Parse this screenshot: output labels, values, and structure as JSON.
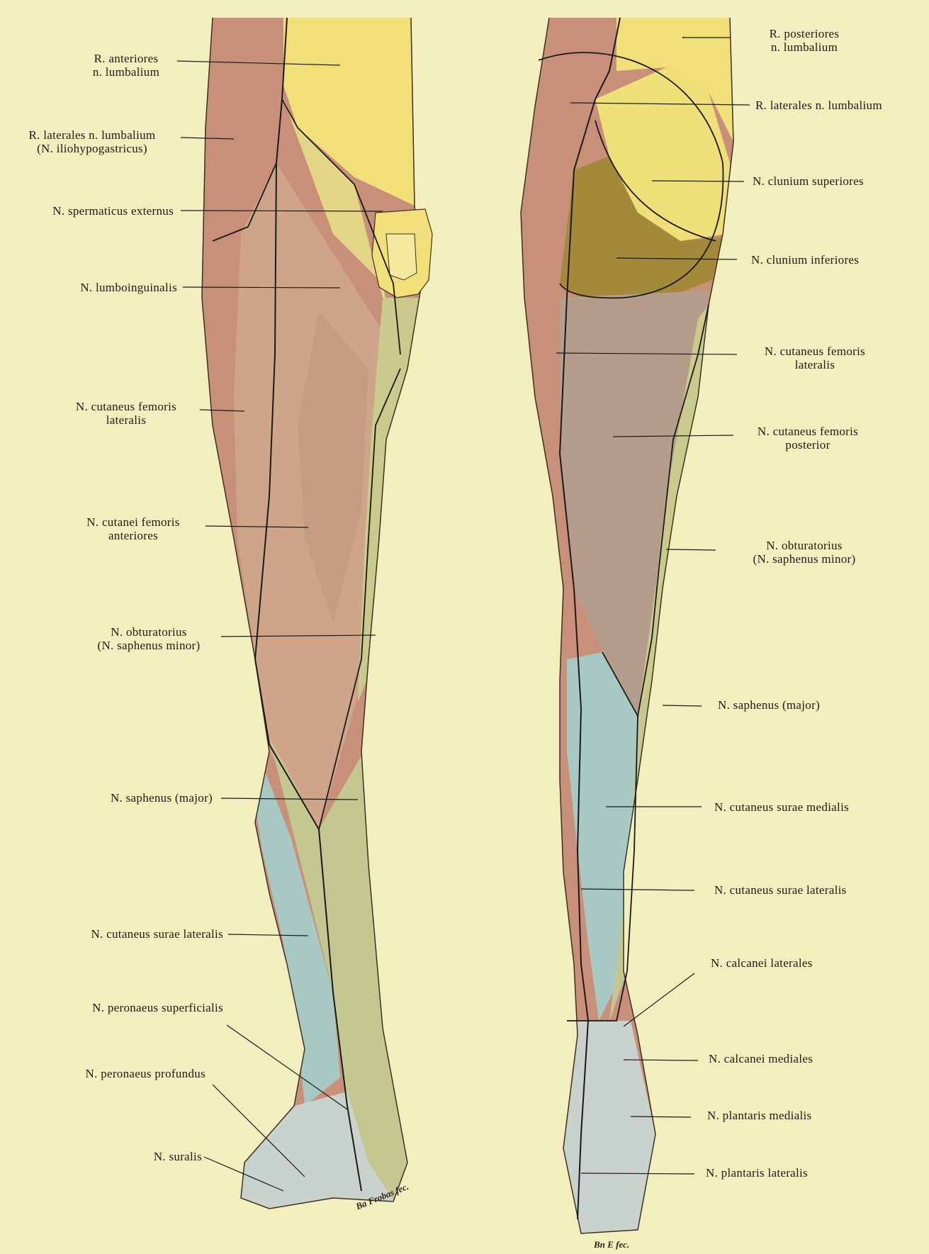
{
  "plate": {
    "colors": {
      "paper": "#f3eebd",
      "lumbar_yellow": "#f1e07a",
      "lateral_red": "#c99079",
      "femoral_tan": "#cfa589",
      "obturator_green": "#c9ca8c",
      "saphenous_blue": "#a8c8c4",
      "posterior_taupe": "#b49d8a",
      "clunium_inferior_olive": "#a3893a",
      "foot_grey": "#c9d2cc"
    },
    "left_figure": {
      "labels": [
        {
          "lines": [
            "R. anteriores",
            "n. lumbalium"
          ]
        },
        {
          "lines": [
            "R. laterales n. lumbalium",
            "(N. iliohypogastricus)"
          ]
        },
        {
          "lines": [
            "N. spermaticus externus"
          ]
        },
        {
          "lines": [
            "N. lumboinguinalis"
          ]
        },
        {
          "lines": [
            "N. cutaneus femoris",
            "lateralis"
          ]
        },
        {
          "lines": [
            "N. cutanei femoris",
            "anteriores"
          ]
        },
        {
          "lines": [
            "N. obturatorius",
            "(N. saphenus minor)"
          ]
        },
        {
          "lines": [
            "N. saphenus (major)"
          ]
        },
        {
          "lines": [
            "N. cutaneus surae lateralis"
          ]
        },
        {
          "lines": [
            "N. peronaeus superficialis"
          ]
        },
        {
          "lines": [
            "N. peronaeus profundus"
          ]
        },
        {
          "lines": [
            "N. suralis"
          ]
        }
      ],
      "signature": "Ba Frobas fec."
    },
    "right_figure": {
      "labels": [
        {
          "lines": [
            "R. posteriores",
            "n. lumbalium"
          ]
        },
        {
          "lines": [
            "R. laterales n. lumbalium"
          ]
        },
        {
          "lines": [
            "N. clunium superiores"
          ]
        },
        {
          "lines": [
            "N. clunium inferiores"
          ]
        },
        {
          "lines": [
            "N. cutaneus femoris",
            "lateralis"
          ]
        },
        {
          "lines": [
            "N. cutaneus femoris",
            "posterior"
          ]
        },
        {
          "lines": [
            "N. obturatorius",
            "(N. saphenus minor)"
          ]
        },
        {
          "lines": [
            "N. saphenus (major)"
          ]
        },
        {
          "lines": [
            "N. cutaneus surae medialis"
          ]
        },
        {
          "lines": [
            "N. cutaneus surae lateralis"
          ]
        },
        {
          "lines": [
            "N. calcanei laterales"
          ]
        },
        {
          "lines": [
            "N. calcanei mediales"
          ]
        },
        {
          "lines": [
            "N. plantaris medialis"
          ]
        },
        {
          "lines": [
            "N. plantaris lateralis"
          ]
        }
      ],
      "signature": "Bn E fec."
    }
  }
}
